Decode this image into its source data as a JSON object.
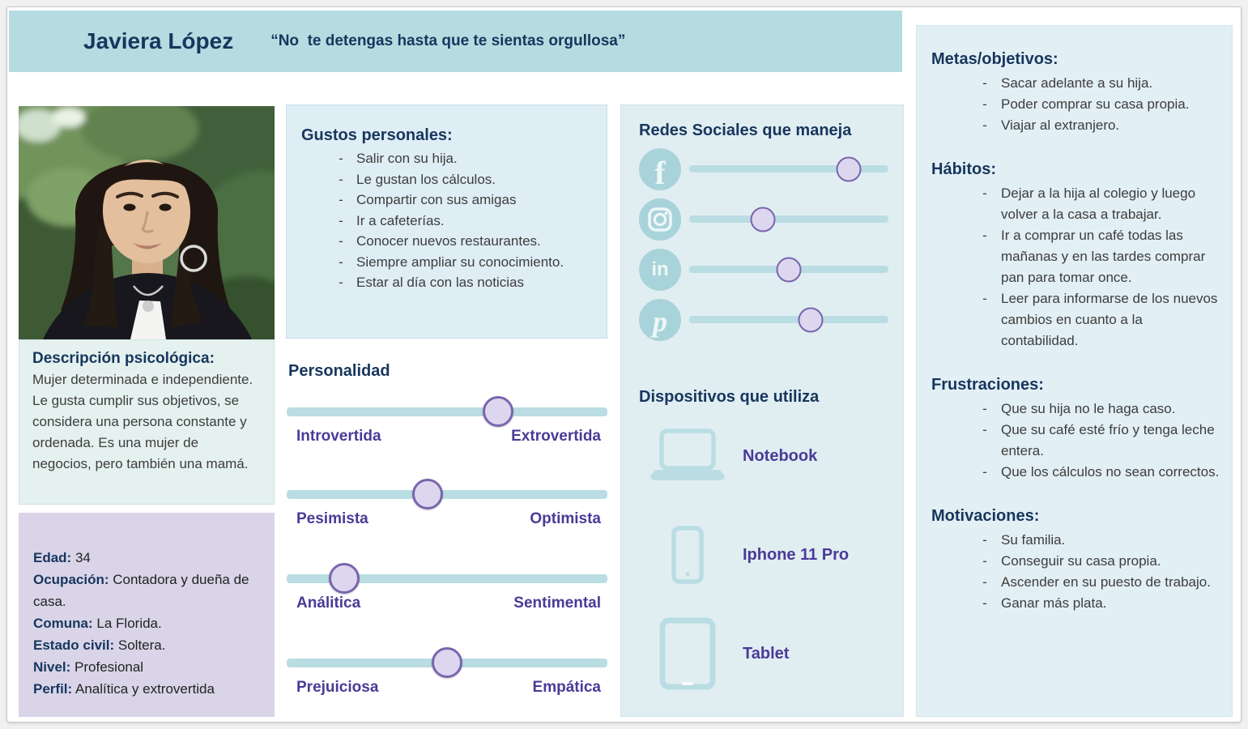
{
  "header": {
    "name": "Javiera López",
    "quote": "“No  te detengas hasta que te sientas orgullosa”"
  },
  "descripcion": {
    "title": "Descripción psicológica:",
    "body": "Mujer determinada e independiente. Le gusta cumplir sus objetivos, se considera una persona constante y ordenada. Es una mujer de negocios, pero también una mamá."
  },
  "datos": {
    "rows": [
      {
        "label": "Edad:",
        "value": "34"
      },
      {
        "label": "Ocupación:",
        "value": "Contadora y dueña de casa."
      },
      {
        "label": "Comuna:",
        "value": "La Florida."
      },
      {
        "label": "Estado civil:",
        "value": "Soltera."
      },
      {
        "label": "Nivel:",
        "value": "Profesional"
      },
      {
        "label": "Perfil:",
        "value": "Analítica y extrovertida"
      }
    ]
  },
  "gustos": {
    "title": "Gustos personales:",
    "bullet": "-",
    "items": [
      "Salir con su hija.",
      "Le gustan los cálculos.",
      "Compartir con sus amigas",
      "Ir a cafeterías.",
      "Conocer nuevos restaurantes.",
      "Siempre ampliar su conocimiento.",
      "Estar al día con las noticias"
    ]
  },
  "personalidad": {
    "title": "Personalidad",
    "sliders": [
      {
        "left": "Introvertida",
        "right": "Extrovertida",
        "value": 66
      },
      {
        "left": "Pesimista",
        "right": "Optimista",
        "value": 44
      },
      {
        "left": "Análitica",
        "right": "Sentimental",
        "value": 18
      },
      {
        "left": "Prejuiciosa",
        "right": "Empática",
        "value": 50
      }
    ]
  },
  "redes": {
    "title": "Redes Sociales que maneja",
    "items": [
      {
        "name": "Facebook",
        "value": 80
      },
      {
        "name": "Instagram",
        "value": 37
      },
      {
        "name": "LinkedIn",
        "value": 50
      },
      {
        "name": "Pinterest",
        "value": 61
      }
    ]
  },
  "dispositivos": {
    "title": "Dispositivos que utiliza",
    "items": [
      {
        "label": "Notebook"
      },
      {
        "label": "Iphone 11 Pro"
      },
      {
        "label": "Tablet"
      }
    ]
  },
  "right_panel": {
    "sections": [
      {
        "title": "Metas/objetivos:",
        "items": [
          "Sacar adelante a su hija.",
          "Poder comprar su casa propia.",
          "Viajar al extranjero."
        ]
      },
      {
        "title": "Hábitos:",
        "items": [
          "Dejar a la hija al colegio y luego volver a la casa a trabajar.",
          "Ir a comprar un café todas las mañanas y en las tardes comprar pan para tomar once.",
          "Leer para informarse de los nuevos cambios en cuanto a la contabilidad."
        ]
      },
      {
        "title": "Frustraciones:",
        "items": [
          "Que su hija no le haga caso.",
          "Que su café esté frío y tenga leche entera.",
          "Que los cálculos no sean correctos."
        ]
      },
      {
        "title": "Motivaciones:",
        "items": [
          "Su familia.",
          "Conseguir su casa propia.",
          "Ascender en su puesto de trabajo.",
          "Ganar más plata."
        ]
      }
    ]
  },
  "colors": {
    "header_bar": "#b5dce1",
    "box_blue": "#dfeef5",
    "box_teal": "#e4f1ef",
    "box_purple": "#d9d4e8",
    "panel_blue": "#e2eff4",
    "title_navy": "#17365d",
    "text_gray": "#3d3d3d",
    "accent_purple": "#4b3a97",
    "track_teal": "#b9dde2",
    "knob_fill": "#dcd7ee",
    "knob_border": "#7a65ad",
    "icon_teal": "#a9d3da"
  }
}
